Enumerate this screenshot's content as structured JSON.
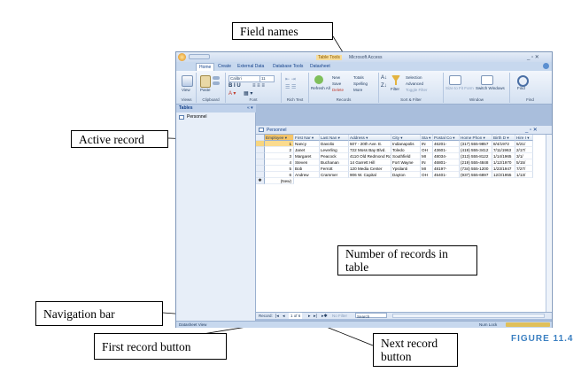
{
  "app": {
    "title": "Microsoft Access",
    "contextual_tab_group": "Table Tools",
    "tabs": [
      "Home",
      "Create",
      "External Data",
      "Database Tools",
      "Datasheet"
    ],
    "ribbon_groups": [
      {
        "label": "Views",
        "buttons": [
          "View"
        ]
      },
      {
        "label": "Clipboard",
        "buttons": [
          "Paste"
        ]
      },
      {
        "label": "Font",
        "font_name": "Calibri",
        "font_size": "11"
      },
      {
        "label": "Rich Text",
        "buttons": []
      },
      {
        "label": "Records",
        "buttons": [
          "Refresh All",
          "New",
          "Save",
          "Delete",
          "Totals",
          "Spelling",
          "More"
        ]
      },
      {
        "label": "Sort & Filter",
        "buttons": [
          "Filter",
          "Selection",
          "Advanced",
          "Toggle Filter"
        ]
      },
      {
        "label": "Window",
        "buttons": [
          "Size to Fit Form",
          "Switch Windows"
        ]
      },
      {
        "label": "Find",
        "buttons": [
          "Find"
        ]
      }
    ],
    "nav_pane": {
      "title": "Tables",
      "items": [
        "Personnel"
      ]
    },
    "document_tab": "Personnel",
    "status_left": "Datasheet View",
    "status_right": "Num Lock"
  },
  "table": {
    "columns": [
      "Employee",
      "First Nar",
      "Last Nan",
      "Address",
      "City",
      "Sta",
      "Postal Co",
      "Home Phon",
      "Birth D",
      "Hire I"
    ],
    "rows": [
      [
        "1",
        "Nancy",
        "Davolio",
        "507 - 20th Ave. E.",
        "Indianapolis",
        "IN",
        "46201-",
        "(317) 555-9857",
        "8/4/1972",
        "5/21/"
      ],
      [
        "2",
        "Janet",
        "Leverling",
        "722 Moss Bay Blvd.",
        "Toledo",
        "OH",
        "43601-",
        "(419) 555-3412",
        "7/11/1963",
        "2/17/"
      ],
      [
        "3",
        "Margaret",
        "Peacock",
        "4110 Old Redmond Rd.",
        "Southfield",
        "MI",
        "48034-",
        "(313) 555-8122",
        "1/14/1965",
        "3/1/"
      ],
      [
        "4",
        "Steven",
        "Buchanan",
        "14 Garrett Hill",
        "Fort Wayne",
        "IN",
        "46801-",
        "(219) 555-4848",
        "1/12/1970",
        "5/15/"
      ],
      [
        "5",
        "Bob",
        "Ferrott",
        "120 Media Center",
        "Ypsilanti",
        "MI",
        "48197-",
        "(734) 555-1200",
        "1/23/1947",
        "7/27/"
      ],
      [
        "6",
        "Andrew",
        "Crammer",
        "906 W. Capital",
        "Dayton",
        "OH",
        "45401-",
        "(937) 555-6897",
        "12/2/1955",
        "1/13/"
      ]
    ],
    "new_row_label": "(New)"
  },
  "navigation": {
    "label": "Record:",
    "position": "1 of 6",
    "filter": "No Filter",
    "search": "Search"
  },
  "callouts": {
    "field_names": "Field names",
    "active_record": "Active record",
    "record_count": [
      "Number of records in",
      "table"
    ],
    "navigation_bar": "Navigation bar",
    "first_record": "First record button",
    "next_record": [
      "Next record",
      "button"
    ]
  },
  "figure_label": "FIGURE 11.4",
  "colors": {
    "accent": "#3a7fc1",
    "ribbon": "#d3e0f1",
    "selection": "#fbdb8e"
  }
}
